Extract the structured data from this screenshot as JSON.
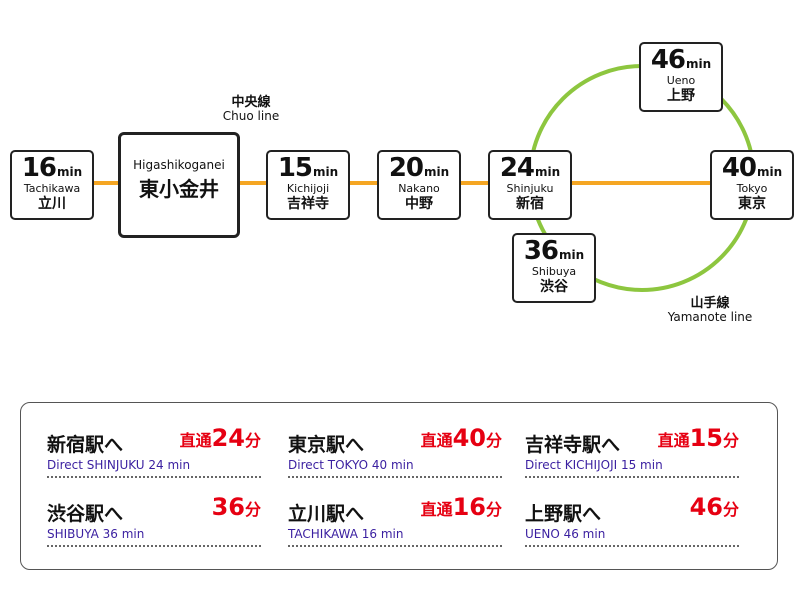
{
  "colors": {
    "chuo": "#f5a623",
    "yamanote": "#8dc63f",
    "red": "#e60012",
    "blue": "#3a1fa0"
  },
  "lines": {
    "chuo": {
      "jp": "中央線",
      "en": "Chuo line"
    },
    "yamanote": {
      "jp": "山手線",
      "en": "Yamanote line"
    }
  },
  "origin": {
    "en": "Higashikoganei",
    "jp": "東小金井"
  },
  "unit": "min",
  "stations": {
    "tachikawa": {
      "minutes": "16",
      "en": "Tachikawa",
      "jp": "立川"
    },
    "kichijoji": {
      "minutes": "15",
      "en": "Kichijoji",
      "jp": "吉祥寺"
    },
    "nakano": {
      "minutes": "20",
      "en": "Nakano",
      "jp": "中野"
    },
    "shinjuku": {
      "minutes": "24",
      "en": "Shinjuku",
      "jp": "新宿"
    },
    "tokyo": {
      "minutes": "40",
      "en": "Tokyo",
      "jp": "東京"
    },
    "ueno": {
      "minutes": "46",
      "en": "Ueno",
      "jp": "上野"
    },
    "shibuya": {
      "minutes": "36",
      "en": "Shibuya",
      "jp": "渋谷"
    }
  },
  "summary": {
    "shinjuku": {
      "title": "新宿駅へ",
      "direct": "直通",
      "minutes": "24",
      "unit": "分",
      "en": "Direct SHINJUKU 24 min"
    },
    "tokyo": {
      "title": "東京駅へ",
      "direct": "直通",
      "minutes": "40",
      "unit": "分",
      "en": "Direct TOKYO 40 min"
    },
    "kichijoji": {
      "title": "吉祥寺駅へ",
      "direct": "直通",
      "minutes": "15",
      "unit": "分",
      "en": "Direct KICHIJOJI 15 min"
    },
    "shibuya": {
      "title": "渋谷駅へ",
      "direct": "",
      "minutes": "36",
      "unit": "分",
      "en": "SHIBUYA 36 min"
    },
    "tachikawa": {
      "title": "立川駅へ",
      "direct": "直通",
      "minutes": "16",
      "unit": "分",
      "en": "TACHIKAWA 16 min"
    },
    "ueno": {
      "title": "上野駅へ",
      "direct": "",
      "minutes": "46",
      "unit": "分",
      "en": "UENO 46 min"
    }
  }
}
